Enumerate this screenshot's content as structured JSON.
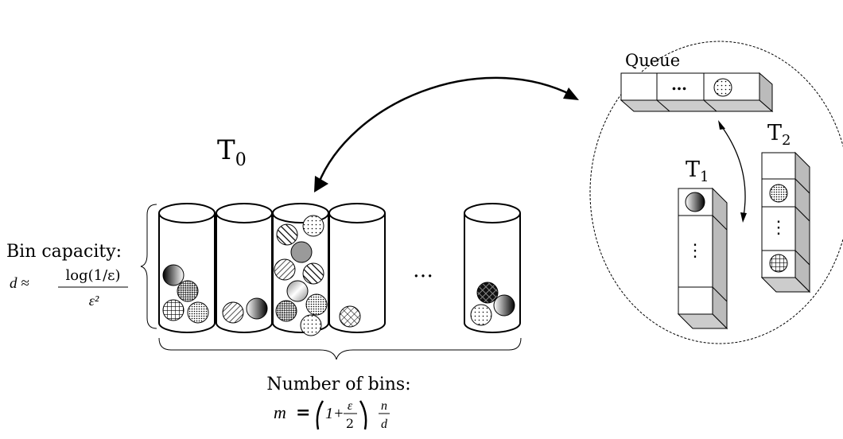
{
  "labels": {
    "t0": "T",
    "t0_sub": "0",
    "t1": "T",
    "t1_sub": "1",
    "t2": "T",
    "t2_sub": "2",
    "queue": "Queue",
    "queue_ellipsis": "…",
    "bins_ellipsis": "…",
    "t1_ellipsis": "⋮",
    "t2_ellipsis": "⋮"
  },
  "bin_capacity": {
    "label": "Bin capacity:",
    "lhs": "d ≈",
    "numerator": "log(1/ε)",
    "denominator": "ε²"
  },
  "bins_count": {
    "label": "Number of bins:",
    "lhs": "m",
    "equals": "=",
    "one_plus": "1+",
    "eps": "ε",
    "two": "2",
    "n": "n",
    "d": "d"
  }
}
